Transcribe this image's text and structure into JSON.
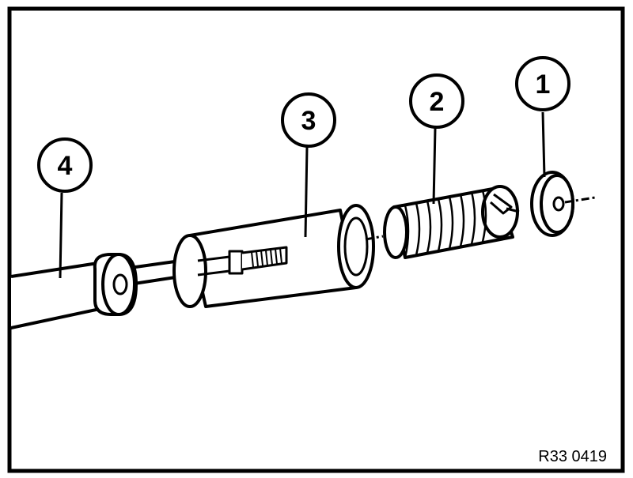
{
  "diagram": {
    "callouts": [
      {
        "id": "part-1",
        "label": "1"
      },
      {
        "id": "part-2",
        "label": "2"
      },
      {
        "id": "part-3",
        "label": "3"
      },
      {
        "id": "part-4",
        "label": "4"
      }
    ],
    "reference_code": "R33 0419",
    "colors": {
      "stroke": "#000000",
      "fill": "#ffffff",
      "frame": "#000000"
    }
  }
}
